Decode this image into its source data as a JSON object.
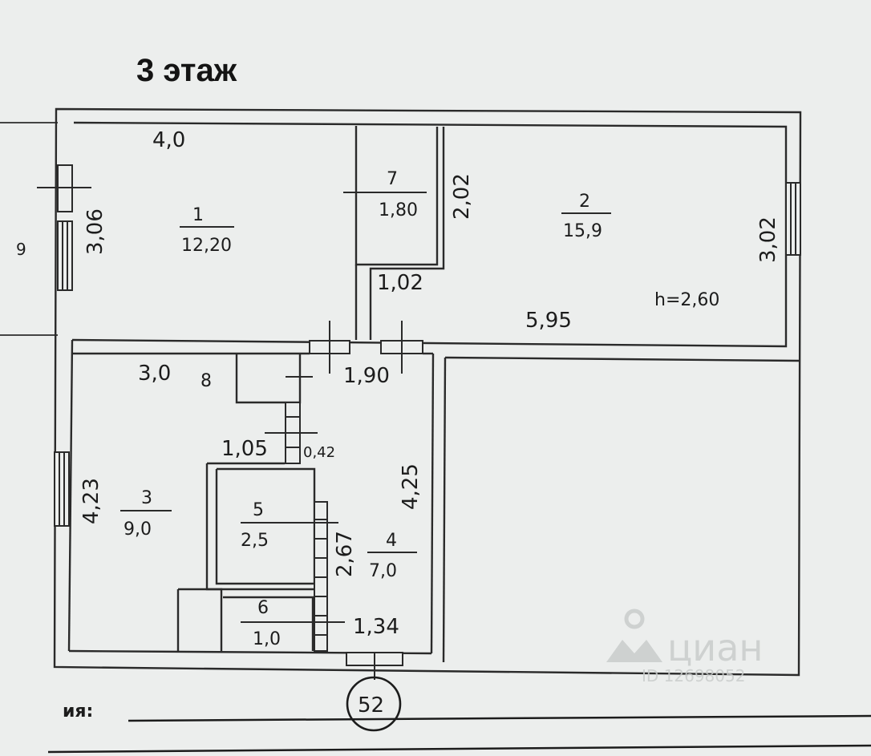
{
  "title": "3 этаж",
  "side_label": "9",
  "bottom_label": "ия:",
  "apartment_number": "52",
  "rooms": [
    {
      "id": "1",
      "area": "12,20"
    },
    {
      "id": "2",
      "area": "15,9"
    },
    {
      "id": "3",
      "area": "9,0"
    },
    {
      "id": "4",
      "area": "7,0"
    },
    {
      "id": "5",
      "area": "2,5"
    },
    {
      "id": "6",
      "area": "1,0"
    },
    {
      "id": "7",
      "area": "1,80"
    },
    {
      "id": "8",
      "area": ""
    }
  ],
  "dimensions": {
    "d_4_0": "4,0",
    "d_3_06": "3,06",
    "d_2_02": "2,02",
    "d_3_02": "3,02",
    "d_1_02": "1,02",
    "d_5_95": "5,95",
    "d_3_0": "3,0",
    "d_1_90": "1,90",
    "d_1_05": "1,05",
    "d_0_42": "0,42",
    "d_4_25": "4,25",
    "d_4_23": "4,23",
    "d_2_67": "2,67",
    "d_1_34": "1,34"
  },
  "height_note": "h=2,60",
  "watermark": {
    "brand": "циан",
    "id_text": "ID 12698052"
  }
}
